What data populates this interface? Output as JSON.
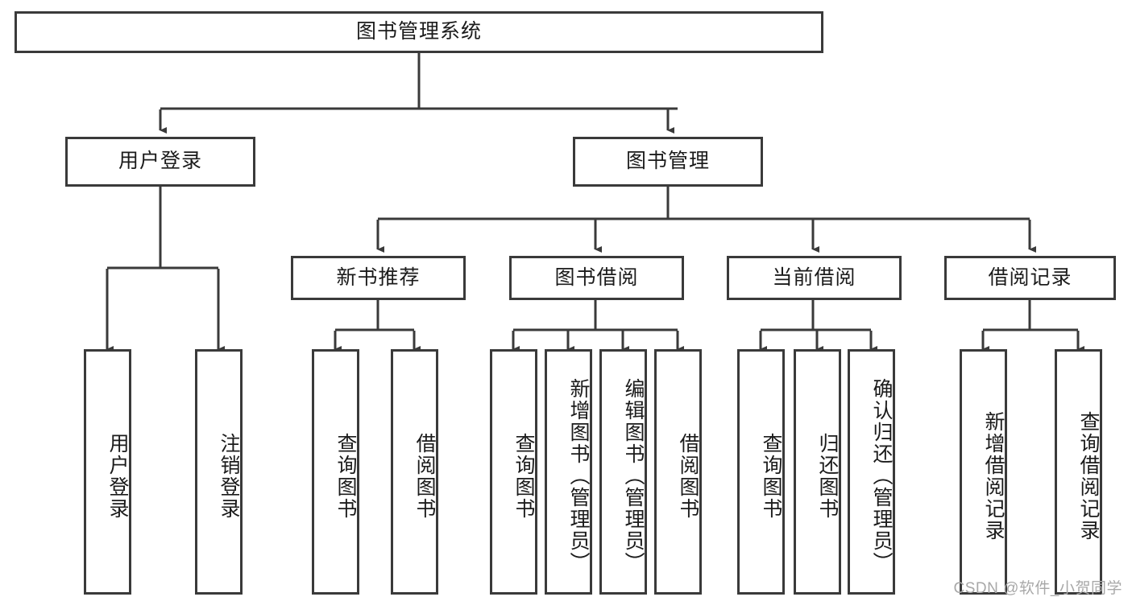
{
  "diagram": {
    "title": "图书管理系统",
    "watermark": "CSDN @软件_小贺同学",
    "line_color": "#3a3a3a",
    "box_fill": "#ffffff",
    "text_color": "#1b1b1b",
    "watermark_color": "#a8a8a8",
    "root": {
      "label": "图书管理系统"
    },
    "level2": [
      {
        "label": "用户登录"
      },
      {
        "label": "图书管理"
      }
    ],
    "level3": [
      {
        "label": "新书推荐"
      },
      {
        "label": "图书借阅"
      },
      {
        "label": "当前借阅"
      },
      {
        "label": "借阅记录"
      }
    ],
    "leaves": {
      "user_login": [
        {
          "label": "用户登录"
        },
        {
          "label": "注销登录"
        }
      ],
      "new_book": [
        {
          "label": "查询图书"
        },
        {
          "label": "借阅图书"
        }
      ],
      "book_borrow": [
        {
          "label": "查询图书"
        },
        {
          "label": "新增图书（管理员）"
        },
        {
          "label": "编辑图书（管理员）"
        },
        {
          "label": "借阅图书"
        }
      ],
      "current_borrow": [
        {
          "label": "查询图书"
        },
        {
          "label": "归还图书"
        },
        {
          "label": "确认归还（管理员）"
        }
      ],
      "borrow_record": [
        {
          "label": "新增借阅记录"
        },
        {
          "label": "查询借阅记录"
        }
      ]
    }
  }
}
